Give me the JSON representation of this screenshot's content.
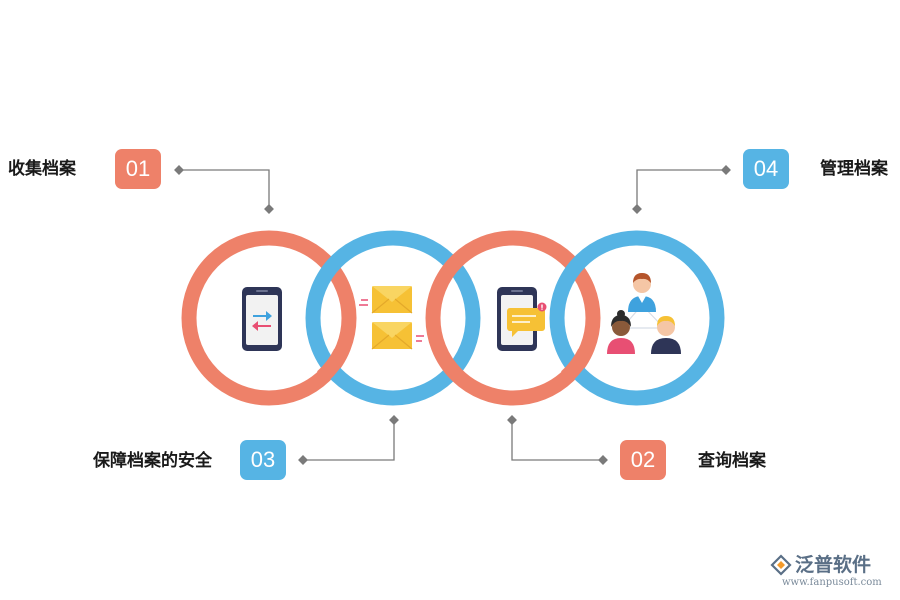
{
  "steps": [
    {
      "number": "01",
      "label": "收集档案"
    },
    {
      "number": "02",
      "label": "查询档案"
    },
    {
      "number": "03",
      "label": "保障档案的安全"
    },
    {
      "number": "04",
      "label": "管理档案"
    }
  ],
  "colors": {
    "orange": "#ee8169",
    "blue": "#56b4e4",
    "connector": "#7a7a7a"
  },
  "icons": [
    "phone-transfer-icon",
    "envelopes-icon",
    "phone-message-icon",
    "people-network-icon"
  ],
  "watermark": {
    "name": "泛普软件",
    "url": "www.fanpusoft.com"
  }
}
